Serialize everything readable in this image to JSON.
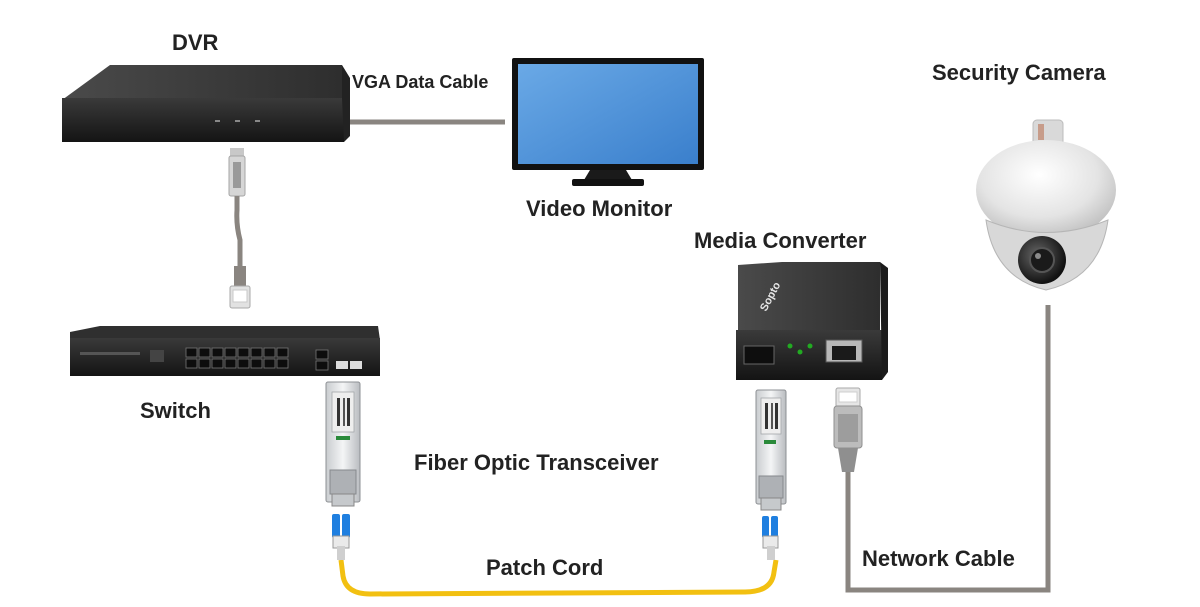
{
  "labels": {
    "dvr": "DVR",
    "vga_cable": "VGA Data Cable",
    "video_monitor": "Video Monitor",
    "media_converter": "Media Converter",
    "security_camera": "Security Camera",
    "switch": "Switch",
    "fiber_transceiver": "Fiber Optic Transceiver",
    "patch_cord": "Patch Cord",
    "network_cable": "Network Cable"
  },
  "brand": {
    "name": "Sopto"
  },
  "colors": {
    "background": "#ffffff",
    "text": "#222222",
    "device_body": "#2b2b2b",
    "monitor_screen": "#4a8fd6",
    "copper_cable": "#8a8580",
    "fiber_cable": "#f2c011",
    "lc_connector": "#1f7fe0"
  }
}
